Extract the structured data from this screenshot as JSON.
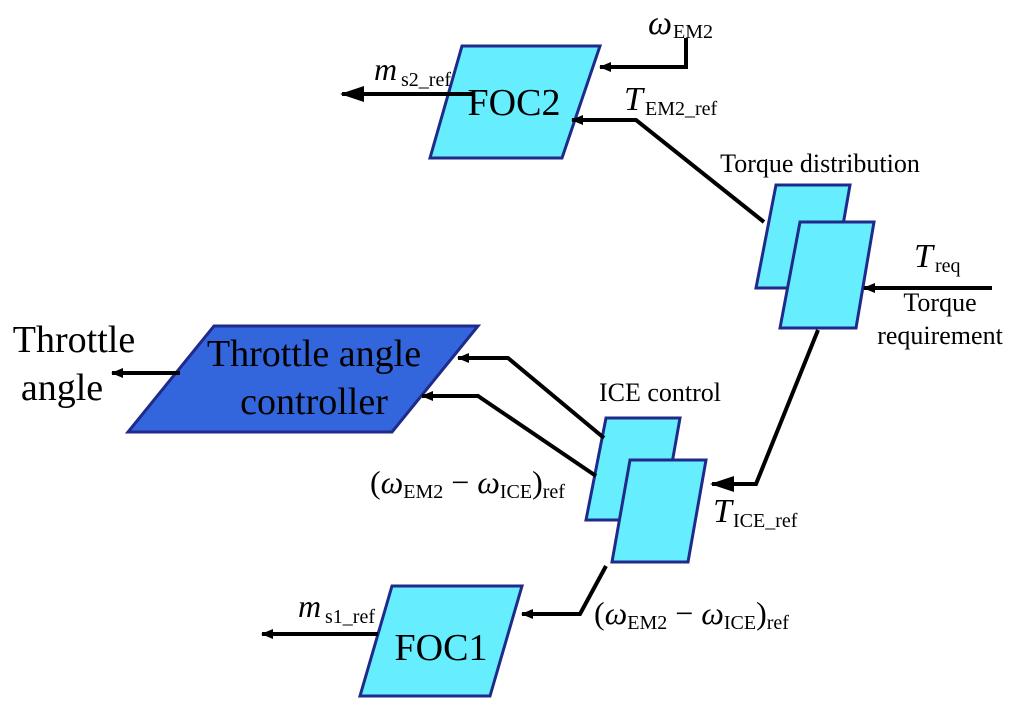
{
  "blocks": {
    "foc2": "FOC2",
    "foc1": "FOC1",
    "throttle_controller_line1": "Throttle angle",
    "throttle_controller_line2": "controller"
  },
  "labels": {
    "omega_em2": {
      "main": "ω",
      "sub": "EM2"
    },
    "t_em2_ref": {
      "main": "T",
      "sub": "EM2_ref"
    },
    "ms2_ref": {
      "main": "m",
      "sub": "s2_ref"
    },
    "ms1_ref": {
      "main": "m",
      "sub": "s1_ref"
    },
    "torque_distribution": "Torque distribution",
    "t_req": {
      "main": "T",
      "sub": "req"
    },
    "torque_requirement_line1": "Torque",
    "torque_requirement_line2": "requirement",
    "ice_control": "ICE  control",
    "t_ice_ref": {
      "main": "T",
      "sub": "ICE_ref"
    },
    "throttle_angle_line1": "Throttle",
    "throttle_angle_line2": "angle",
    "omega_diff_left": {
      "open": "(",
      "w1": "ω",
      "s1": "EM2",
      "minus": " − ",
      "w2": "ω",
      "s2": "ICE",
      "close": ")",
      "s3": "ref"
    },
    "omega_diff_bottom": {
      "open": "(",
      "w1": "ω",
      "s1": "EM2",
      "minus": " − ",
      "w2": "ω",
      "s2": "ICE",
      "close": ")",
      "s3": "ref"
    }
  },
  "colors": {
    "light_block": "#66eeff",
    "dark_block": "#3366dd",
    "block_border": "#1f2a8a",
    "wire": "#000000"
  }
}
